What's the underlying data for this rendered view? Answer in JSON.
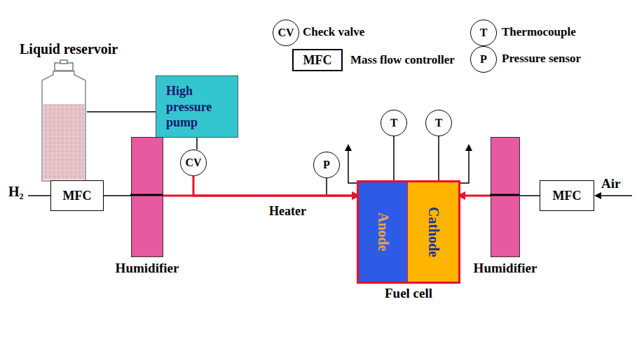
{
  "diagram": {
    "nodes": [
      {
        "text": [
          "Liquid reservoir"
        ]
      },
      {
        "text": [
          "High pressure pump"
        ]
      },
      {
        "text": [
          "CV"
        ]
      },
      {
        "text": [
          "MFC"
        ]
      },
      {
        "text": [
          "Humidifier"
        ]
      },
      {
        "text": [
          "P"
        ]
      },
      {
        "text": [
          "Fuel cell"
        ]
      },
      {
        "text": [
          "Anode"
        ],
        "in": 6
      },
      {
        "text": [
          "Cathode"
        ],
        "in": 6
      },
      {
        "text": [
          "T"
        ]
      },
      {
        "text": [
          "T"
        ]
      },
      {
        "text": [
          "Humidifier"
        ]
      },
      {
        "text": [
          "MFC"
        ]
      }
    ],
    "edges": [
      {
        "from": 0,
        "to": 1,
        "arrow": "none"
      },
      {
        "from": 1,
        "to": 2,
        "arrow": "none"
      },
      {
        "from": 3,
        "to": 4,
        "arrow": "none"
      },
      {
        "from": 4,
        "to": 7,
        "arrow": "to"
      },
      {
        "from": 2,
        "to": 7,
        "arrow": "to"
      },
      {
        "from": 9,
        "to": 7,
        "arrow": "none"
      },
      {
        "from": 10,
        "to": 8,
        "arrow": "none"
      },
      {
        "from": 11,
        "to": 8,
        "arrow": "to"
      },
      {
        "from": 12,
        "to": 11,
        "arrow": "none"
      }
    ],
    "labels": [
      "CV",
      "MFC",
      "T",
      "P",
      "H₂",
      "Heater",
      "Air"
    ],
    "legend": [
      {
        "text": "Check valve"
      },
      {
        "text": "Mass flow controller"
      },
      {
        "text": "Thermocouple"
      },
      {
        "text": "Pressure sensor"
      }
    ]
  }
}
